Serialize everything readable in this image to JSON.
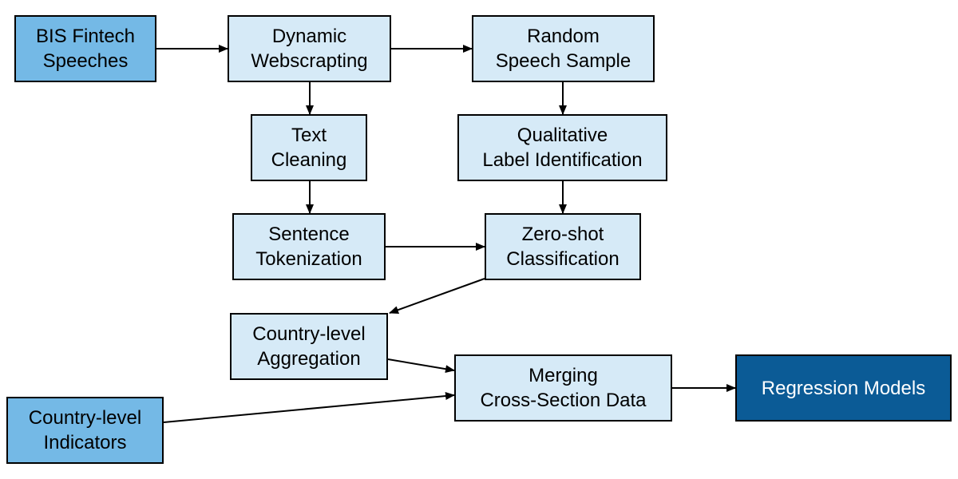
{
  "colors": {
    "source_fill": "#74b9e6",
    "process_fill": "#d6eaf7",
    "output_fill": "#0b5b96",
    "output_text": "#ffffff",
    "border": "#000000",
    "edge": "#000000"
  },
  "nodes": {
    "bis_speeches": {
      "line1": "BIS Fintech",
      "line2": "Speeches"
    },
    "webscraping": {
      "line1": "Dynamic",
      "line2": "Webscrapting"
    },
    "random_sample": {
      "line1": "Random",
      "line2": "Speech Sample"
    },
    "text_cleaning": {
      "line1": "Text",
      "line2": "Cleaning"
    },
    "label_id": {
      "line1": "Qualitative",
      "line2": "Label Identification"
    },
    "tokenization": {
      "line1": "Sentence",
      "line2": "Tokenization"
    },
    "zero_shot": {
      "line1": "Zero-shot",
      "line2": "Classification"
    },
    "aggregation": {
      "line1": "Country-level",
      "line2": "Aggregation"
    },
    "merging": {
      "line1": "Merging",
      "line2": "Cross-Section Data"
    },
    "indicators": {
      "line1": "Country-level",
      "line2": "Indicators"
    },
    "regression": {
      "line1": "Regression Models"
    }
  }
}
